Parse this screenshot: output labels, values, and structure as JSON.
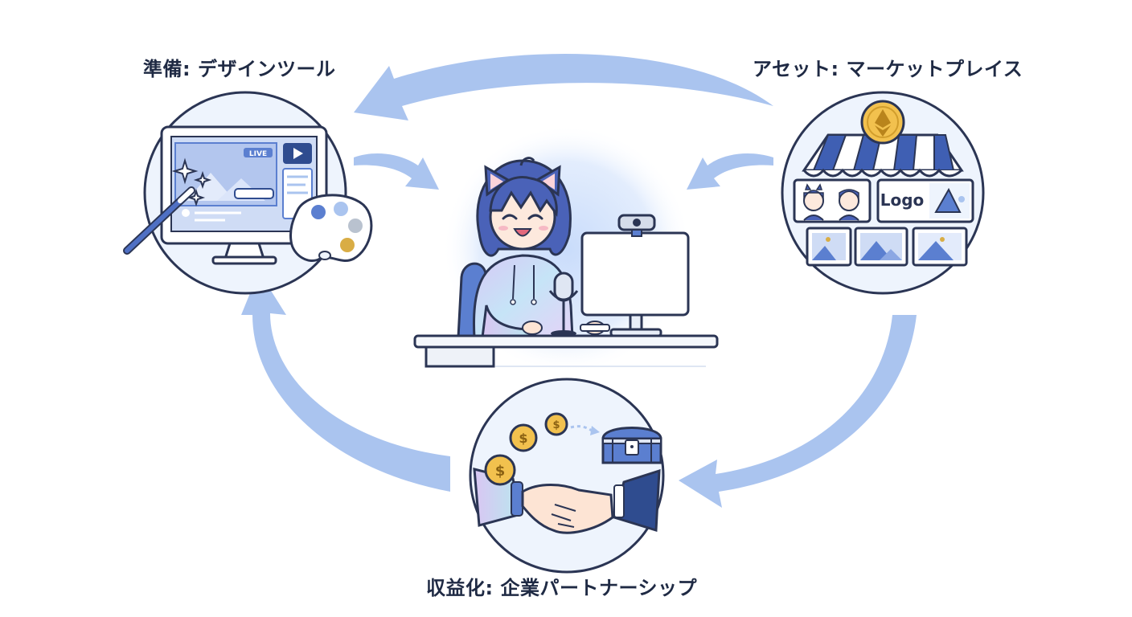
{
  "labels": {
    "prep": "準備: デザインツール",
    "asset": "アセット: マーケットプレイス",
    "monetization": "収益化: 企業パートナーシップ"
  },
  "screen": {
    "live_badge": "LIVE"
  },
  "shop": {
    "logo_text": "Logo"
  },
  "coins": {
    "symbol": "$",
    "crypto": "Ξ"
  },
  "colors": {
    "arrow": "#aac4ef",
    "circle_fill": "#eef4fd",
    "outline": "#2b3554",
    "accent_blue": "#5b7fd0",
    "dark_blue": "#2f4c8f",
    "gold": "#f2c14e",
    "hair": "#4a62b8"
  },
  "icons": [
    "design-tools-icon",
    "magic-wand-icon",
    "paint-palette-icon",
    "marketplace-storefront-icon",
    "ethereum-coin-icon",
    "vtuber-avatar-icon",
    "microphone-icon",
    "webcam-icon",
    "handshake-icon",
    "treasure-chest-icon",
    "dollar-coin-icon"
  ]
}
